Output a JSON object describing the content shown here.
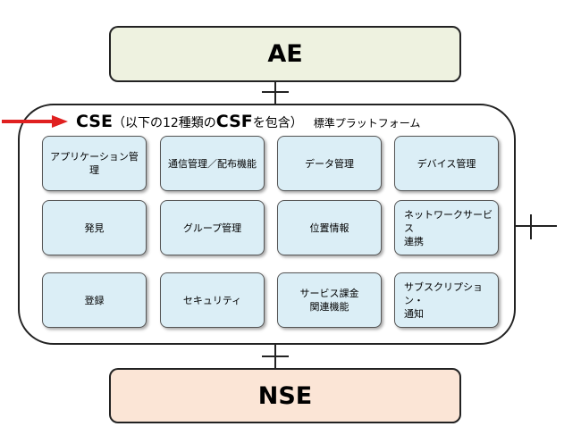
{
  "ae": {
    "label": "AE"
  },
  "nse": {
    "label": "NSE"
  },
  "cse": {
    "prefix": "CSE",
    "paren_open": "（以下の12種類の",
    "csf": "CSF",
    "paren_close": "を包含）",
    "standard": "標準プラットフォーム"
  },
  "functions": [
    {
      "label": "アプリケーション管理"
    },
    {
      "label": "通信管理／配布機能"
    },
    {
      "label": "データ管理"
    },
    {
      "label": "デバイス管理"
    },
    {
      "label": "発見"
    },
    {
      "label": "グループ管理"
    },
    {
      "label": "位置情報"
    },
    {
      "label": "ネットワークサービス\n連携"
    },
    {
      "label": "登録"
    },
    {
      "label": "セキュリティ"
    },
    {
      "label": "サービス課金\n関連機能"
    },
    {
      "label": "サブスクリプション・\n通知"
    }
  ],
  "colors": {
    "arrow": "#e02020",
    "ae_fill": "#eef2e0",
    "nse_fill": "#fbe5d6",
    "csf_fill": "#dbeef6"
  }
}
